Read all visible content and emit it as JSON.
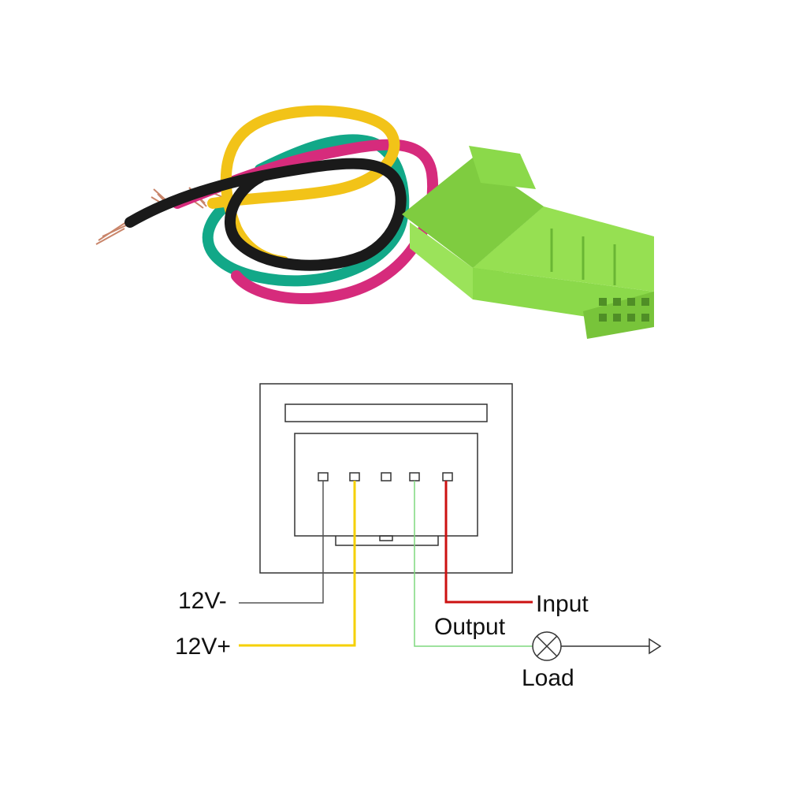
{
  "labels": {
    "v_minus": "12V-",
    "v_plus": "12V+",
    "input": "Input",
    "output": "Output",
    "load": "Load"
  },
  "wire_colors": {
    "yellow": "#f2c318",
    "black": "#1a1a1a",
    "teal": "#12a888",
    "magenta": "#d62b7c",
    "connector_green": "#8bd94a",
    "copper": "#c9856a"
  },
  "diagram_colors": {
    "v_minus_line": "#555555",
    "v_plus_line": "#f5d000",
    "output_line": "#7fd97f",
    "input_line": "#cc1111",
    "outline": "#333333"
  },
  "icons": {
    "load": "lamp-symbol-icon",
    "arrow": "arrow-right-icon"
  }
}
